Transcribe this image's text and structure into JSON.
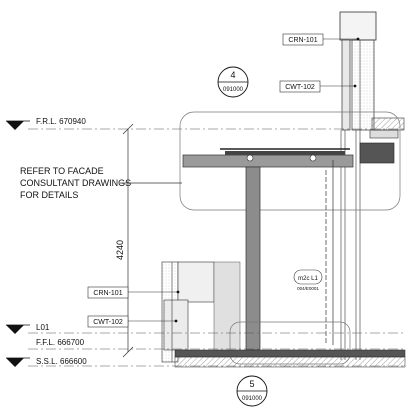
{
  "levels": {
    "frl": "F.R.L. 670940",
    "l01": "L01",
    "ffl": "F.F.L. 666700",
    "ssl": "S.S.L. 666600"
  },
  "note": {
    "line1": "REFER TO FACADE",
    "line2": "CONSULTANT DRAWINGS",
    "line3": "FOR DETAILS"
  },
  "dimension": {
    "height": "4240"
  },
  "tags": {
    "crn_top": "CRN-101",
    "cwt_top": "CWT-102",
    "crn_bottom": "CRN-101",
    "cwt_bottom": "CWT-102"
  },
  "callouts": {
    "top": {
      "number": "4",
      "sheet": "091000"
    },
    "bottom": {
      "number": "5",
      "sheet": "091000"
    }
  },
  "tag_detail": {
    "line1": "m2c L1",
    "line2": "004/E0001"
  }
}
